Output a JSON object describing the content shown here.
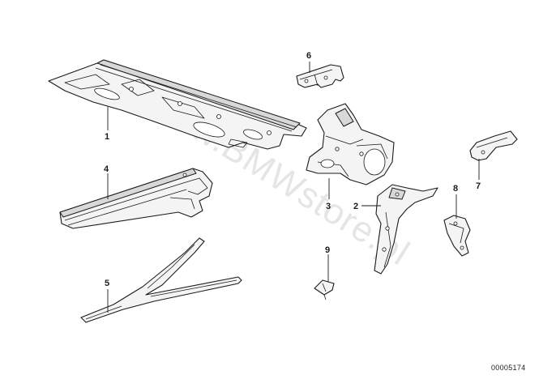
{
  "watermark": "www.BMWstore.pl",
  "diagram_number": "00005174",
  "callouts": {
    "p1": "1",
    "p2": "2",
    "p3": "3",
    "p4": "4",
    "p5": "5",
    "p6": "6",
    "p7": "7",
    "p8": "8",
    "p9": "9"
  }
}
